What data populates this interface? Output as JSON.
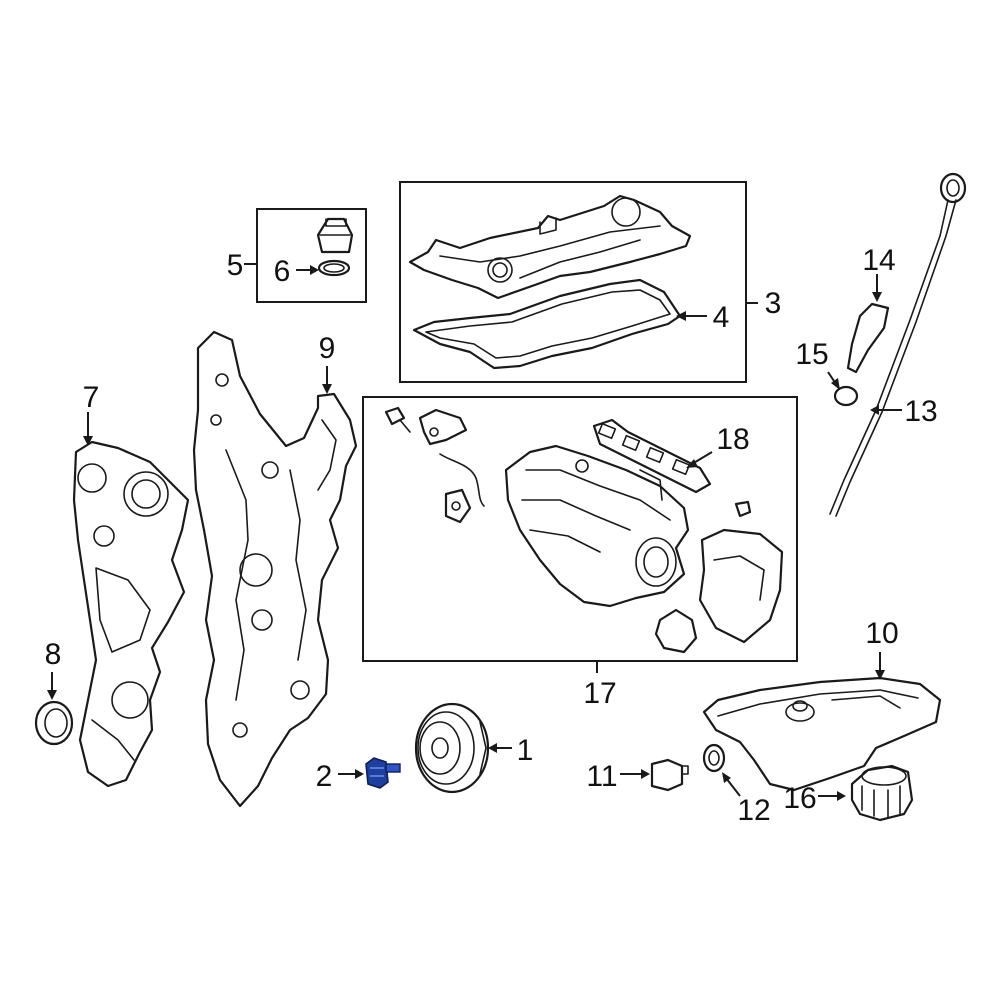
{
  "callouts": {
    "c1": "1",
    "c2": "2",
    "c3": "3",
    "c4": "4",
    "c5": "5",
    "c6": "6",
    "c7": "7",
    "c8": "8",
    "c9": "9",
    "c10": "10",
    "c11": "11",
    "c12": "12",
    "c13": "13",
    "c14": "14",
    "c15": "15",
    "c16": "16",
    "c17": "17",
    "c18": "18"
  },
  "colors": {
    "line": "#1a1a1a",
    "highlight_part": "#1f3f9e",
    "background": "#ffffff"
  },
  "highlighted_part": "2"
}
